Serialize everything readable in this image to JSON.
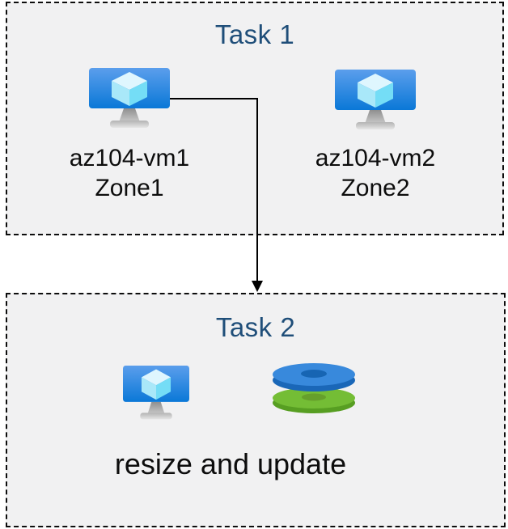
{
  "colors": {
    "page_bg": "#ffffff",
    "box_fill": "#f1f1f2",
    "box_border": "#0d0d0d",
    "task_title": "#1f4e79",
    "label_text": "#0d0d0d",
    "connector": "#000000",
    "vm_screen_top": "#5b9eec",
    "vm_screen_bottom": "#0a78d7",
    "vm_cube_top": "#dff6fe",
    "vm_cube_left": "#a9e8f9",
    "vm_cube_right": "#74ddf6",
    "vm_stand_dark": "#9a9a9a",
    "vm_stand_light": "#d9d9d9",
    "disk_blue_top": "#3889dc",
    "disk_blue_side": "#1a67b8",
    "disk_blue_hole": "#1765b3",
    "disk_green_top": "#74bd35",
    "disk_green_side": "#579e22",
    "disk_green_hole": "#669f2b"
  },
  "task1": {
    "title": "Task 1",
    "vms": [
      {
        "name": "az104-vm1",
        "zone": "Zone1",
        "icon": "virtual-machine-icon"
      },
      {
        "name": "az104-vm2",
        "zone": "Zone2",
        "icon": "virtual-machine-icon"
      }
    ]
  },
  "task2": {
    "title": "Task 2",
    "caption": "resize and update",
    "icons": [
      "virtual-machine-icon",
      "managed-disks-icon"
    ]
  },
  "connector": {
    "type": "elbow-arrow",
    "from": "az104-vm1",
    "to": "task2-box"
  }
}
